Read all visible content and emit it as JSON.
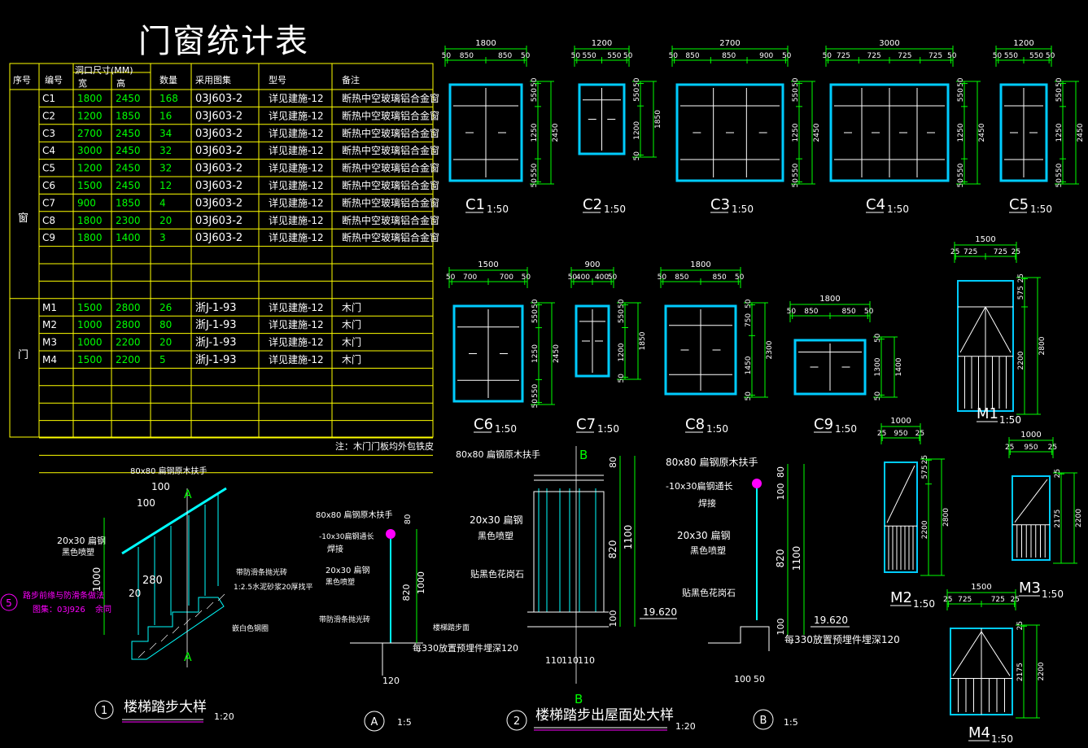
{
  "title": "门窗统计表",
  "colors": {
    "table_line": "#ffff00",
    "cell_text": "#ffffff",
    "num_text": "#00ff00",
    "frame": "#00ccff",
    "glass": "#ffffff",
    "dim": "#00ff00",
    "magenta": "#ff00ff",
    "cyan": "#00ffff",
    "label": "#ffffff"
  },
  "table": {
    "head_group": "洞口尺寸(MM)",
    "headers": [
      "序号",
      "编号",
      "宽",
      "高",
      "数量",
      "采用图集",
      "型号",
      "备注"
    ],
    "group_window": "窗",
    "group_door": "门",
    "windows": [
      [
        "C1",
        "1800",
        "2450",
        "168",
        "03J603-2",
        "详见建施-12",
        "断热中空玻璃铝合金窗"
      ],
      [
        "C2",
        "1200",
        "1850",
        "16",
        "03J603-2",
        "详见建施-12",
        "断热中空玻璃铝合金窗"
      ],
      [
        "C3",
        "2700",
        "2450",
        "34",
        "03J603-2",
        "详见建施-12",
        "断热中空玻璃铝合金窗"
      ],
      [
        "C4",
        "3000",
        "2450",
        "32",
        "03J603-2",
        "详见建施-12",
        "断热中空玻璃铝合金窗"
      ],
      [
        "C5",
        "1200",
        "2450",
        "32",
        "03J603-2",
        "详见建施-12",
        "断热中空玻璃铝合金窗"
      ],
      [
        "C6",
        "1500",
        "2450",
        "12",
        "03J603-2",
        "详见建施-12",
        "断热中空玻璃铝合金窗"
      ],
      [
        "C7",
        "900",
        "1850",
        "4",
        "03J603-2",
        "详见建施-12",
        "断热中空玻璃铝合金窗"
      ],
      [
        "C8",
        "1800",
        "2300",
        "20",
        "03J603-2",
        "详见建施-12",
        "断热中空玻璃铝合金窗"
      ],
      [
        "C9",
        "1800",
        "1400",
        "3",
        "03J603-2",
        "详见建施-12",
        "断热中空玻璃铝合金窗"
      ]
    ],
    "doors": [
      [
        "M1",
        "1500",
        "2800",
        "26",
        "浙J-1-93",
        "详见建施-12",
        "木门"
      ],
      [
        "M2",
        "1000",
        "2800",
        "80",
        "浙J-1-93",
        "详见建施-12",
        "木门"
      ],
      [
        "M3",
        "1000",
        "2200",
        "20",
        "浙J-1-93",
        "详见建施-12",
        "木门"
      ],
      [
        "M4",
        "1500",
        "2200",
        "5",
        "浙J-1-93",
        "详见建施-12",
        "木门"
      ]
    ],
    "note": "注：木门门板均外包铁皮"
  },
  "elevations": [
    {
      "id": "C1",
      "scale": "1:50",
      "top_total": "1800",
      "top_parts": [
        "50",
        "850",
        "850",
        "50"
      ],
      "right_parts": [
        "50",
        "550",
        "1250",
        "550",
        "50"
      ],
      "right_total": "2450"
    },
    {
      "id": "C2",
      "scale": "1:50",
      "top_total": "1200",
      "top_parts": [
        "50",
        "550",
        "550",
        "50"
      ],
      "right_parts": [
        "50",
        "550",
        "1200",
        "50"
      ],
      "right_total": "1850"
    },
    {
      "id": "C3",
      "scale": "1:50",
      "top_total": "2700",
      "top_parts": [
        "50",
        "850",
        "850",
        "900",
        "50"
      ],
      "right_parts": [
        "50",
        "550",
        "1250",
        "550",
        "50"
      ],
      "right_total": "2450"
    },
    {
      "id": "C4",
      "scale": "1:50",
      "top_total": "3000",
      "top_parts": [
        "50",
        "725",
        "725",
        "725",
        "725",
        "50"
      ],
      "right_parts": [
        "50",
        "550",
        "1250",
        "550",
        "50"
      ],
      "right_total": "2450"
    },
    {
      "id": "C5",
      "scale": "1:50",
      "top_total": "1200",
      "top_parts": [
        "50",
        "550",
        "550",
        "50"
      ],
      "right_parts": [
        "50",
        "550",
        "1250",
        "550",
        "50"
      ],
      "right_total": "2450"
    },
    {
      "id": "C6",
      "scale": "1:50",
      "top_total": "1500",
      "top_parts": [
        "50",
        "700",
        "700",
        "50"
      ],
      "right_parts": [
        "50",
        "550",
        "1250",
        "550",
        "50"
      ],
      "right_total": "2450"
    },
    {
      "id": "C7",
      "scale": "1:50",
      "top_total": "900",
      "top_parts": [
        "50",
        "400",
        "400",
        "50"
      ],
      "right_parts": [
        "50",
        "550",
        "1200",
        "50"
      ],
      "right_total": "1850"
    },
    {
      "id": "C8",
      "scale": "1:50",
      "top_total": "1800",
      "top_parts": [
        "50",
        "850",
        "850",
        "50"
      ],
      "right_parts": [
        "50",
        "750",
        "1450",
        "50"
      ],
      "right_total": "2300"
    },
    {
      "id": "C9",
      "scale": "1:50",
      "top_total": "1800",
      "top_parts": [
        "50",
        "850",
        "850",
        "50"
      ],
      "right_parts": [
        "50",
        "1300",
        "50"
      ],
      "right_total": "1400"
    },
    {
      "id": "M1",
      "scale": "1:50",
      "top_total": "1500",
      "top_parts": [
        "25",
        "725",
        "725",
        "25"
      ],
      "right_parts": [
        "25",
        "575",
        "2200"
      ],
      "right_total": "2800"
    },
    {
      "id": "M2",
      "scale": "1:50",
      "top_total": "1000",
      "top_parts": [
        "25",
        "950",
        "25"
      ],
      "right_parts": [
        "25",
        "575",
        "2200"
      ],
      "right_total": "2800"
    },
    {
      "id": "M3",
      "scale": "1:50",
      "top_total": "1000",
      "top_parts": [
        "25",
        "950",
        "25"
      ],
      "right_parts": [
        "25",
        "2175"
      ],
      "right_total": "2200"
    },
    {
      "id": "M4",
      "scale": "1:50",
      "top_total": "1500",
      "top_parts": [
        "25",
        "725",
        "725",
        "25"
      ],
      "right_parts": [
        "25",
        "2175"
      ],
      "right_total": "2200"
    }
  ],
  "details": {
    "d1": {
      "title": "楼梯踏步大样",
      "scale": "1:20",
      "num": "1",
      "labels": [
        "80x80 扁钢原木扶手",
        "100",
        "100",
        "A",
        "A",
        "20x30 扁钢",
        "黑色喷塑",
        "1000",
        "280",
        "20",
        "带防滑条抛光砖",
        "1:2.5水泥砂浆20厚找平",
        "路步前缘与防滑条做法",
        "图集：03J926",
        "余同",
        "嵌白色钢圈"
      ],
      "circle5": "5"
    },
    "dA": {
      "title": "A",
      "scale": "1:5",
      "labels": [
        "80x80 扁钢原木扶手",
        "-10x30扁钢通长",
        "焊接",
        "20x30 扁钢",
        "黑色喷塑",
        "80",
        "820",
        "1000",
        "带防滑条抛光砖",
        "楼梯踏步面",
        "每330放置预埋件埋深120",
        "120"
      ]
    },
    "d2": {
      "title": "楼梯踏步出屋面处大样",
      "scale": "1:20",
      "num": "2",
      "labels": [
        "B",
        "80x80 扁钢原木扶手",
        "20x30 扁钢",
        "黑色喷塑",
        "贴黑色花岗石",
        "80",
        "820",
        "1100",
        "100",
        "19.620",
        "110",
        "110",
        "110",
        "B"
      ]
    },
    "dB": {
      "title": "B",
      "scale": "1:5",
      "labels": [
        "80x80 扁钢原木扶手",
        "-10x30扁钢通长",
        "焊接",
        "20x30 扁钢",
        "黑色喷塑",
        "贴黑色花岗石",
        "80",
        "100",
        "820",
        "1100",
        "100",
        "19.620",
        "每330放置预埋件埋深120",
        "100",
        "50"
      ]
    }
  }
}
